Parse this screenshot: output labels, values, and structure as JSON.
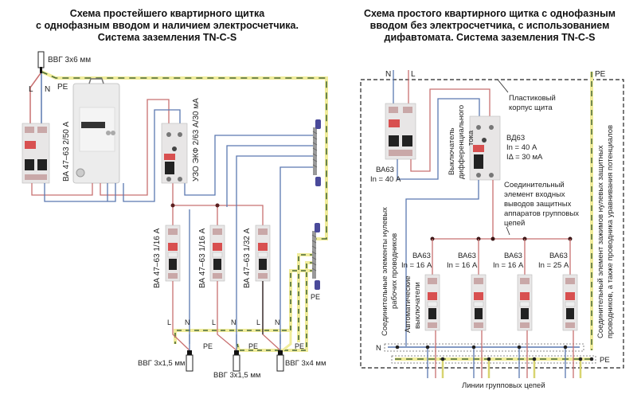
{
  "left": {
    "title_lines": [
      "Схема простейшего квартирного щитка",
      "с однофазным вводом и наличием электросчетчика.",
      "Система заземления TN-C-S"
    ],
    "input_cable": "ВВГ 3х6 мм",
    "wire_L": "L",
    "wire_N": "N",
    "wire_PE": "PE",
    "main_breaker": "ВА 47–63 2/50 А",
    "rcd": "УЗО ЭКФ 2/63 А/30 мА",
    "breakers": [
      "ВА 47–63 1/16 А",
      "ВА 47–63 1/16 А",
      "ВА 47–63 1/32 А"
    ],
    "pe_bus_label": "PE",
    "out_L": "L",
    "out_N": "N",
    "out_PE": "PE",
    "out_cables": [
      "ВВГ 3х1,5 мм",
      "ВВГ 3х1,5 мм",
      "ВВГ 3х4 мм"
    ]
  },
  "right": {
    "title_lines": [
      "Схема простого квартирного щитка с однофазным",
      "вводом без электросчетчика, с использованием",
      "дифавтомата. Система заземления TN-C-S"
    ],
    "in_N": "N",
    "in_L": "L",
    "pe_top": "PE",
    "housing_label": [
      "Пластиковый",
      "корпус щита"
    ],
    "main_breaker": [
      "ВА63",
      "In = 40 А"
    ],
    "rcd_vertical": [
      "Выключатель",
      "дифференциального",
      "тока"
    ],
    "rcd": [
      "ВД63",
      "In = 40 А",
      "IΔ = 30 мА"
    ],
    "connector_label": [
      "Соединительный",
      "элемент входных",
      "выводов защитных",
      "аппаратов групповых",
      "цепей"
    ],
    "n_bus_vertical": [
      "Соединительные элементы нулевых",
      "рабочих проводников"
    ],
    "auto_vertical": [
      "Автоматические",
      "выключатели"
    ],
    "breakers": [
      [
        "ВА63",
        "In = 16 А"
      ],
      [
        "ВА63",
        "In = 16 А"
      ],
      [
        "ВА63",
        "In = 16 А"
      ],
      [
        "ВА63",
        "In = 25 А"
      ]
    ],
    "pe_bus_vertical": [
      "Соединительный элемент зажимов нулевых защитных",
      "проводников, а также проводника уравнивания потенциалов"
    ],
    "n_bus": "N",
    "pe_bus": "PE",
    "group_lines": "Линии групповых цепей"
  }
}
